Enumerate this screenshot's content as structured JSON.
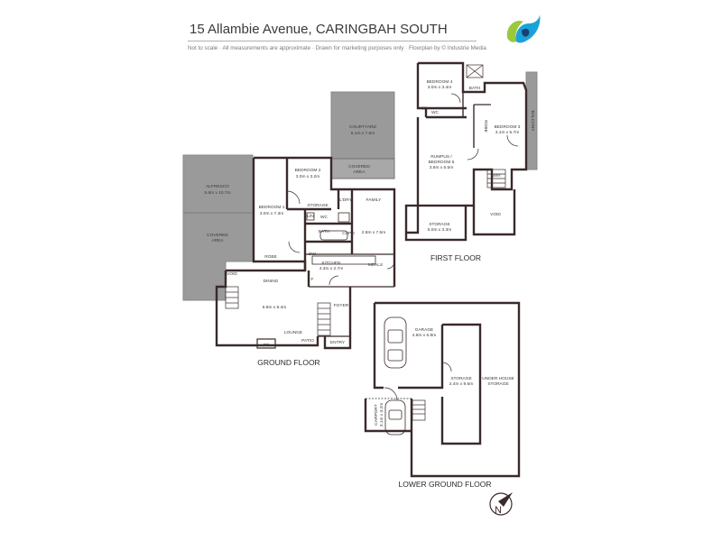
{
  "header": {
    "title": "15 Allambie Avenue, CARINGBAH SOUTH",
    "subtitle": "Not to scale  ·  All measurements are approximate  ·  Drawn for marketing purposes only  ·  Floorplan by © Industrie Media"
  },
  "colors": {
    "logo_green": "#9bc93c",
    "logo_blue": "#1aa3d9",
    "logo_navy": "#1d3f6e",
    "outdoor_fill": "#9a9a9a",
    "wall": "#3a2a2a"
  },
  "floors": {
    "ground": "GROUND FLOOR",
    "first": "FIRST FLOOR",
    "lower": "LOWER GROUND FLOOR"
  },
  "rooms": {
    "alfresco": {
      "name": "ALFRESCO",
      "size": "5.6m x 10.7m"
    },
    "covered_area_1": {
      "name": "COVERED",
      "size": "AREA"
    },
    "bedroom1": {
      "name": "BEDROOM 1",
      "size": "3.0m x 7.3m"
    },
    "bedroom2": {
      "name": "BEDROOM 2",
      "size": "3.0m x 3.2m"
    },
    "courtyard": {
      "name": "COURTYARD",
      "size": "6.1m x 7.6m"
    },
    "covered_area_2": {
      "name": "COVERED",
      "size": "AREA"
    },
    "storage_g": "STORAGE",
    "ldry": "L'DRY",
    "family": "FAMILY",
    "wc_g": "WC",
    "lin": "LIN",
    "cupd": "CUPD",
    "bath_g": "BATH",
    "family_size": "2.8m x 7.5m",
    "robe_g": "ROBE",
    "dw": "DW",
    "kitchen": {
      "name": "KITCHEN",
      "size": "4.3m x 2.7m"
    },
    "meals": "MEALS",
    "void_g": "VOID",
    "dining": "DINING",
    "dining_size": "6.8m x 8.4m",
    "foyer": "FOYER",
    "lounge": "LOUNGE",
    "fp": "FP",
    "patio": "PATIO",
    "entry": "ENTRY",
    "f_mark": "F",
    "bedroom4": {
      "name": "BEDROOM 4",
      "size": "3.0m x 3.4m"
    },
    "bath_f": "BATH",
    "wc_f": "WC",
    "robe_f": "ROBE",
    "bedroom3": {
      "name": "BEDROOM 3",
      "size": "3.1m x 5.7m"
    },
    "balcony": "BALCONY",
    "rumpus": {
      "name1": "RUMPUS /",
      "name2": "BEDROOM 5",
      "size": "3.6m x 6.5m"
    },
    "wir": "WIR",
    "storage_f": {
      "name": "STORAGE",
      "size": "5.0m x 3.3m"
    },
    "void_f": "VOID",
    "garage": {
      "name": "GARAGE",
      "size": "4.8m x 6.8m"
    },
    "storage_l": {
      "name": "STORAGE",
      "size": "2.4m x 9.6m"
    },
    "under_house": {
      "name1": "UNDER HOUSE",
      "name2": "STORAGE"
    },
    "carport": {
      "name": "CARPORT",
      "size": "3.1m x 3.2m"
    }
  },
  "compass_label": "N"
}
